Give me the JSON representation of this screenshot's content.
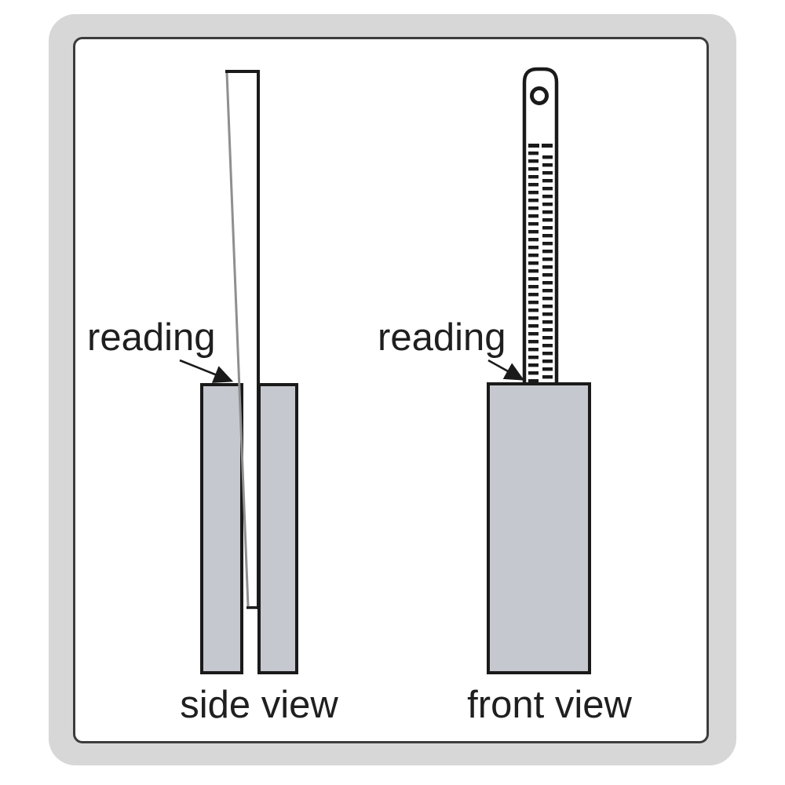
{
  "diagram": {
    "side_view": {
      "caption": "side view",
      "annotation": "reading"
    },
    "front_view": {
      "caption": "front view",
      "annotation": "reading"
    }
  },
  "icons": {
    "arrow_left": "annotation-arrow-icon",
    "arrow_right": "annotation-arrow-icon"
  },
  "colors": {
    "frame_gray": "#d7d7d7",
    "panel_border": "#3c3c3c",
    "outline": "#1a1a1a",
    "block_fill": "#c5c8cf",
    "taper_line": "#8f8f8f",
    "text": "#1f1f1f"
  }
}
